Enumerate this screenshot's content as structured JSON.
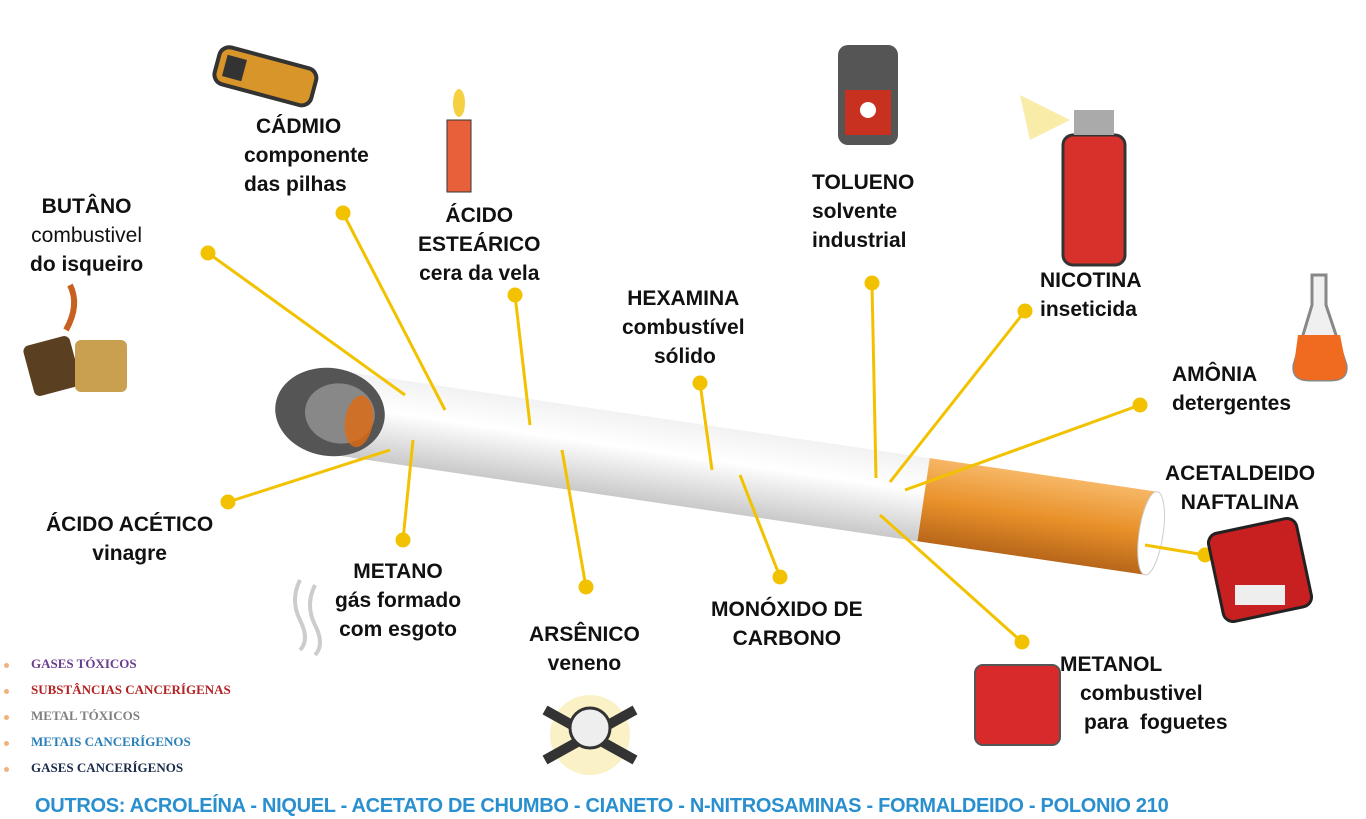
{
  "labels": {
    "butano": {
      "title": "BUTÂNO",
      "sub1": "combustivel",
      "sub2": "do isqueiro"
    },
    "cadmio": {
      "title": "CÁDMIO",
      "sub1": "componente",
      "sub2": "das pilhas"
    },
    "acido_estearico": {
      "title": "ÁCIDO",
      "title2": "ESTEÁRICO",
      "sub1": "cera da vela"
    },
    "hexamina": {
      "title": "HEXAMINA",
      "sub1": "combustível",
      "sub2": "sólido"
    },
    "tolueno": {
      "title": "TOLUENO",
      "sub1": "solvente",
      "sub2": "industrial"
    },
    "nicotina": {
      "title": "NICOTINA",
      "sub1": "inseticida"
    },
    "amonia": {
      "title": "AMÔNIA",
      "sub1": "detergentes"
    },
    "acetaldeido": {
      "title": "ACETALDEIDO",
      "title2": "NAFTALINA"
    },
    "acido_acetico": {
      "title": "ÁCIDO ACÉTICO",
      "sub1": "vinagre"
    },
    "metano": {
      "title": "METANO",
      "sub1": "gás formado",
      "sub2": "com esgoto"
    },
    "arsenico": {
      "title": "ARSÊNICO",
      "sub1": "veneno"
    },
    "monoxido": {
      "title": "MONÓXIDO DE",
      "title2": "CARBONO"
    },
    "metanol": {
      "title": "METANOL",
      "sub1": "combustivel",
      "sub2": "para  foguetes"
    }
  },
  "legend": [
    {
      "label": "GASES TÓXICOS",
      "color": "#6a3d8f"
    },
    {
      "label": "SUBSTÂNCIAS CANCERÍGENAS",
      "color": "#b22222"
    },
    {
      "label": "METAL TÓXICOS",
      "color": "#808080"
    },
    {
      "label": "METAIS CANCERÍGENOS",
      "color": "#2a7fb8"
    },
    {
      "label": "GASES CANCERÍGENOS",
      "color": "#1a2a4a"
    }
  ],
  "others": "OUTROS: ACROLEÍNA - NIQUEL - ACETATO DE CHUMBO - CIANETO - N-NITROSAMINAS - FORMALDEIDO - POLONIO 210",
  "colors": {
    "line": "#f2c200",
    "filter": "#e8912a",
    "others": "#2a8fcf"
  }
}
